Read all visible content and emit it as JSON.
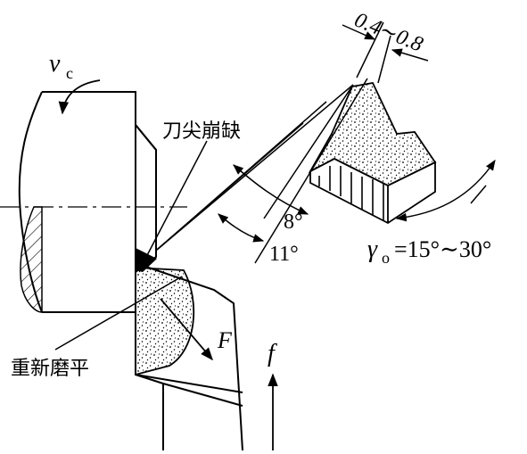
{
  "labels": {
    "cutting_speed": "v",
    "cutting_speed_sub": "c",
    "tip_chipping": "刀尖崩缺",
    "regrind": "重新磨平",
    "force": "F",
    "feed": "f",
    "land_width": "0.4∼0.8",
    "angle_8": "8°",
    "angle_11": "11°",
    "rake_symbol": "γ",
    "rake_sub": "o",
    "rake_range": "=15°∼30°"
  },
  "colors": {
    "stroke": "#000000",
    "background": "#ffffff"
  }
}
